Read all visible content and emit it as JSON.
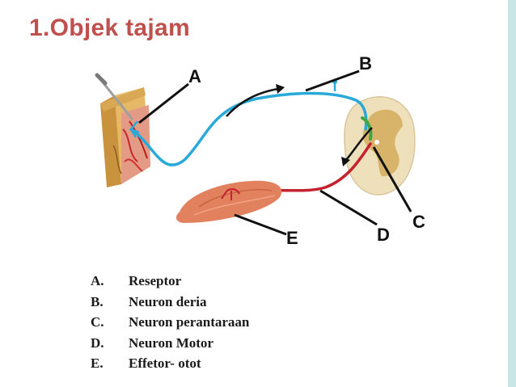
{
  "title": "1.Objek tajam",
  "diagram_labels": {
    "a": "A",
    "b": "B",
    "c": "C",
    "d": "D",
    "e": "E"
  },
  "legend": [
    {
      "letter": "A.",
      "text": "Reseptor"
    },
    {
      "letter": "B.",
      "text": "Neuron deria"
    },
    {
      "letter": "C.",
      "text": "Neuron perantaraan"
    },
    {
      "letter": "D.",
      "text": "Neuron Motor"
    },
    {
      "letter": "E.",
      "text": "Effetor- otot"
    }
  ],
  "colors": {
    "title": "#c0504d",
    "sensory_neuron": "#29a9d8",
    "motor_neuron": "#c4222e",
    "slide_border": "#c9e6e6"
  }
}
